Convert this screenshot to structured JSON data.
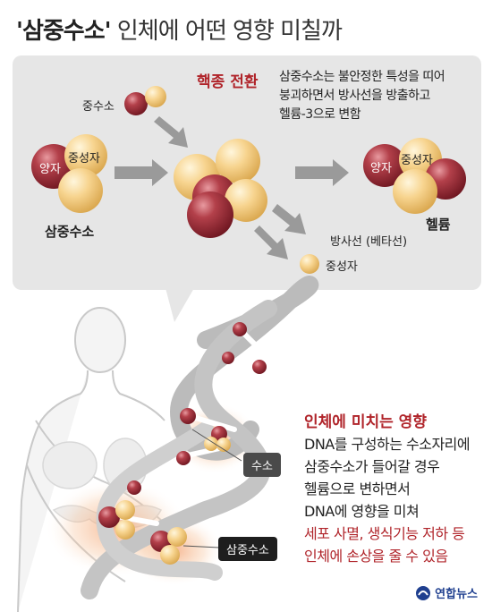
{
  "title": {
    "quoted": "'삼중수소'",
    "rest": "인체에 어떤 영향 미칠까"
  },
  "nuclear": {
    "heading": "핵종 전환",
    "lines": [
      "삼중수소는 불안정한 특성을 띠어",
      "붕괴하면서 방사선을 방출하고",
      "헬륨-3으로 변함"
    ],
    "deuterium_label": "중수소",
    "tritium_label": "삼중수소",
    "helium_label": "헬륨",
    "proton": "양자",
    "neutron": "중성자",
    "radiation_label": "방사선 (베타선)",
    "neutron_out": "중성자"
  },
  "effect": {
    "heading": "인체에 미치는 영향",
    "lines": [
      "DNA를 구성하는 수소자리에",
      "삼중수소가 들어갈 경우",
      "헬륨으로 변하면서",
      "DNA에 영향을 미쳐"
    ],
    "red_lines": [
      "세포 사멸, 생식기능 저하 등",
      "인체에 손상을 줄 수 있음"
    ],
    "chip_hydrogen": "수소",
    "chip_tritium": "삼중수소"
  },
  "logo": {
    "text": "연합뉴스"
  },
  "colors": {
    "accent": "#b0242a",
    "proton": "#9e2b33",
    "neutron": "#f3c980",
    "panel": "#e6e6e6"
  }
}
